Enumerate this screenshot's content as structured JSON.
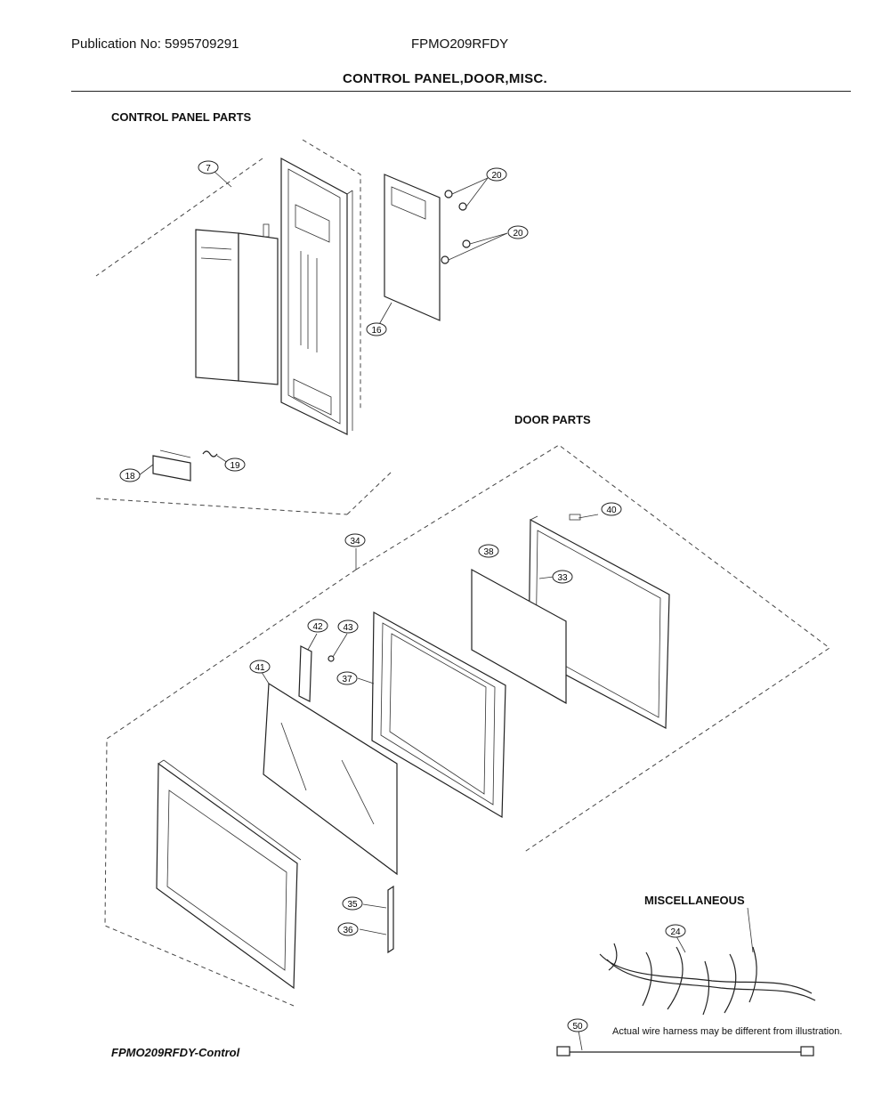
{
  "header": {
    "publication": "Publication No: 5995709291",
    "model": "FPMO209RFDY",
    "title": "CONTROL PANEL,DOOR,MISC."
  },
  "sections": {
    "control_panel": "CONTROL PANEL PARTS",
    "door": "DOOR PARTS",
    "misc": "MISCELLANEOUS"
  },
  "note": "Actual wire harness may be different from illustration.",
  "footer": "FPMO209RFDY-Control",
  "callouts": [
    "7",
    "20",
    "20",
    "16",
    "18",
    "19",
    "34",
    "38",
    "40",
    "33",
    "42",
    "43",
    "41",
    "37",
    "35",
    "36",
    "24",
    "50"
  ]
}
